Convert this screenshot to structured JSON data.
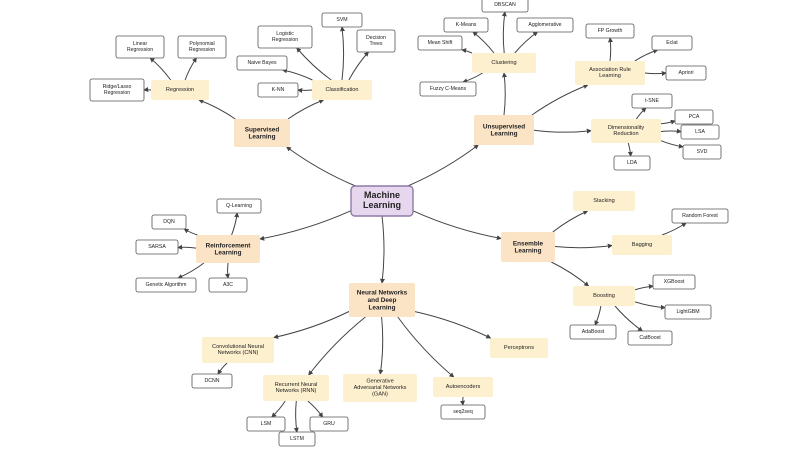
{
  "colors": {
    "root_fill": "#e6d7ee",
    "root_stroke": "#8e7aa8",
    "main_fill": "#fbe3c6",
    "sub_fill": "#fdf0cf",
    "leaf_fill": "#ffffff",
    "leaf_stroke": "#555555",
    "edge": "#444444",
    "text": "#222222"
  },
  "nodes": [
    {
      "id": "ml",
      "label": "Machine\nLearning",
      "kind": "root"
    },
    {
      "id": "sup",
      "label": "Supervised\nLearning",
      "kind": "main"
    },
    {
      "id": "unsup",
      "label": "Unsupervised\nLearning",
      "kind": "main"
    },
    {
      "id": "rl",
      "label": "Reinforcement\nLearning",
      "kind": "main"
    },
    {
      "id": "ens",
      "label": "Ensemble\nLearning",
      "kind": "main"
    },
    {
      "id": "nn",
      "label": "Neural Networks\nand Deep\nLearning",
      "kind": "main"
    },
    {
      "id": "reg",
      "label": "Regression",
      "kind": "sub"
    },
    {
      "id": "cls",
      "label": "Classification",
      "kind": "sub"
    },
    {
      "id": "clu",
      "label": "Clustering",
      "kind": "sub"
    },
    {
      "id": "arl",
      "label": "Association Rule\nLearning",
      "kind": "sub"
    },
    {
      "id": "dr",
      "label": "Dimensionality\nReduction",
      "kind": "sub"
    },
    {
      "id": "stack",
      "label": "Stacking",
      "kind": "sub"
    },
    {
      "id": "bag",
      "label": "Bagging",
      "kind": "sub"
    },
    {
      "id": "boost",
      "label": "Boosting",
      "kind": "sub"
    },
    {
      "id": "cnn",
      "label": "Convolutional Neural\nNetworks (CNN)",
      "kind": "sub"
    },
    {
      "id": "rnn",
      "label": "Recurrent Neural\nNetworks (RNN)",
      "kind": "sub"
    },
    {
      "id": "gan",
      "label": "Generative\nAdversarial Networks\n(GAN)",
      "kind": "sub"
    },
    {
      "id": "ae",
      "label": "Autoencoders",
      "kind": "sub"
    },
    {
      "id": "perc",
      "label": "Perceptrons",
      "kind": "sub"
    },
    {
      "id": "linreg",
      "label": "Linear\nRegression",
      "kind": "leaf"
    },
    {
      "id": "polyreg",
      "label": "Polynomial\nRegression",
      "kind": "leaf"
    },
    {
      "id": "ridge",
      "label": "Ridge/Lasso\nRegression",
      "kind": "leaf"
    },
    {
      "id": "logreg",
      "label": "Logistic\nRegression",
      "kind": "leaf"
    },
    {
      "id": "svm",
      "label": "SVM",
      "kind": "leaf"
    },
    {
      "id": "dtree",
      "label": "Decision\nTrees",
      "kind": "leaf"
    },
    {
      "id": "nbayes",
      "label": "Naive Bayes",
      "kind": "leaf"
    },
    {
      "id": "knn",
      "label": "K-NN",
      "kind": "leaf"
    },
    {
      "id": "dbscan",
      "label": "DBSCAN",
      "kind": "leaf"
    },
    {
      "id": "kmeans",
      "label": "K-Means",
      "kind": "leaf"
    },
    {
      "id": "aggl",
      "label": "Agglomerative",
      "kind": "leaf"
    },
    {
      "id": "meanshift",
      "label": "Mean Shift",
      "kind": "leaf"
    },
    {
      "id": "fcm",
      "label": "Fuzzy C-Means",
      "kind": "leaf"
    },
    {
      "id": "fpg",
      "label": "FP Growth",
      "kind": "leaf"
    },
    {
      "id": "eclat",
      "label": "Eclat",
      "kind": "leaf"
    },
    {
      "id": "apriori",
      "label": "Apriori",
      "kind": "leaf"
    },
    {
      "id": "tsne",
      "label": "t-SNE",
      "kind": "leaf"
    },
    {
      "id": "pca",
      "label": "PCA",
      "kind": "leaf"
    },
    {
      "id": "lsa",
      "label": "LSA",
      "kind": "leaf"
    },
    {
      "id": "svd",
      "label": "SVD",
      "kind": "leaf"
    },
    {
      "id": "lda",
      "label": "LDA",
      "kind": "leaf"
    },
    {
      "id": "qlearn",
      "label": "Q-Learning",
      "kind": "leaf"
    },
    {
      "id": "dqn",
      "label": "DQN",
      "kind": "leaf"
    },
    {
      "id": "sarsa",
      "label": "SARSA",
      "kind": "leaf"
    },
    {
      "id": "genalg",
      "label": "Genetic Algorithm",
      "kind": "leaf"
    },
    {
      "id": "a3c",
      "label": "A3C",
      "kind": "leaf"
    },
    {
      "id": "rf",
      "label": "Random Forest",
      "kind": "leaf"
    },
    {
      "id": "xgb",
      "label": "XGBoost",
      "kind": "leaf"
    },
    {
      "id": "lgbm",
      "label": "LightGBM",
      "kind": "leaf"
    },
    {
      "id": "ada",
      "label": "AdaBoost",
      "kind": "leaf"
    },
    {
      "id": "cat",
      "label": "CatBoost",
      "kind": "leaf"
    },
    {
      "id": "dcnn",
      "label": "DCNN",
      "kind": "leaf"
    },
    {
      "id": "lsm",
      "label": "LSM",
      "kind": "leaf"
    },
    {
      "id": "lstm",
      "label": "LSTM",
      "kind": "leaf"
    },
    {
      "id": "gru",
      "label": "GRU",
      "kind": "leaf"
    },
    {
      "id": "seq2seq",
      "label": "seq2seq",
      "kind": "leaf"
    }
  ],
  "edges": [
    [
      "ml",
      "sup"
    ],
    [
      "ml",
      "unsup"
    ],
    [
      "ml",
      "rl"
    ],
    [
      "ml",
      "ens"
    ],
    [
      "ml",
      "nn"
    ],
    [
      "sup",
      "reg"
    ],
    [
      "sup",
      "cls"
    ],
    [
      "reg",
      "linreg"
    ],
    [
      "reg",
      "polyreg"
    ],
    [
      "reg",
      "ridge"
    ],
    [
      "cls",
      "logreg"
    ],
    [
      "cls",
      "svm"
    ],
    [
      "cls",
      "dtree"
    ],
    [
      "cls",
      "nbayes"
    ],
    [
      "cls",
      "knn"
    ],
    [
      "unsup",
      "clu"
    ],
    [
      "unsup",
      "arl"
    ],
    [
      "unsup",
      "dr"
    ],
    [
      "clu",
      "dbscan"
    ],
    [
      "clu",
      "kmeans"
    ],
    [
      "clu",
      "aggl"
    ],
    [
      "clu",
      "meanshift"
    ],
    [
      "clu",
      "fcm"
    ],
    [
      "arl",
      "fpg"
    ],
    [
      "arl",
      "eclat"
    ],
    [
      "arl",
      "apriori"
    ],
    [
      "dr",
      "tsne"
    ],
    [
      "dr",
      "pca"
    ],
    [
      "dr",
      "lsa"
    ],
    [
      "dr",
      "svd"
    ],
    [
      "dr",
      "lda"
    ],
    [
      "rl",
      "qlearn"
    ],
    [
      "rl",
      "dqn"
    ],
    [
      "rl",
      "sarsa"
    ],
    [
      "rl",
      "genalg"
    ],
    [
      "rl",
      "a3c"
    ],
    [
      "ens",
      "stack"
    ],
    [
      "ens",
      "bag"
    ],
    [
      "ens",
      "boost"
    ],
    [
      "bag",
      "rf"
    ],
    [
      "boost",
      "xgb"
    ],
    [
      "boost",
      "lgbm"
    ],
    [
      "boost",
      "ada"
    ],
    [
      "boost",
      "cat"
    ],
    [
      "nn",
      "cnn"
    ],
    [
      "nn",
      "rnn"
    ],
    [
      "nn",
      "gan"
    ],
    [
      "nn",
      "ae"
    ],
    [
      "nn",
      "perc"
    ],
    [
      "cnn",
      "dcnn"
    ],
    [
      "rnn",
      "lsm"
    ],
    [
      "rnn",
      "lstm"
    ],
    [
      "rnn",
      "gru"
    ],
    [
      "ae",
      "seq2seq"
    ]
  ]
}
